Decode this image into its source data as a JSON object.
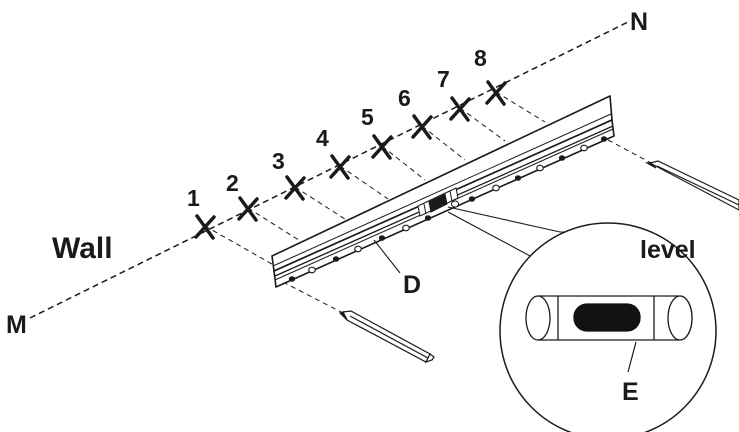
{
  "labels": {
    "wall": "Wall",
    "start_point": "M",
    "end_point": "N",
    "rail": "D",
    "level": "level",
    "bubble": "E"
  },
  "marks": [
    "1",
    "2",
    "3",
    "4",
    "5",
    "6",
    "7",
    "8"
  ],
  "colors": {
    "ink": "#1a1a1a",
    "bubble_fill": "#111111",
    "paper": "#ffffff"
  }
}
